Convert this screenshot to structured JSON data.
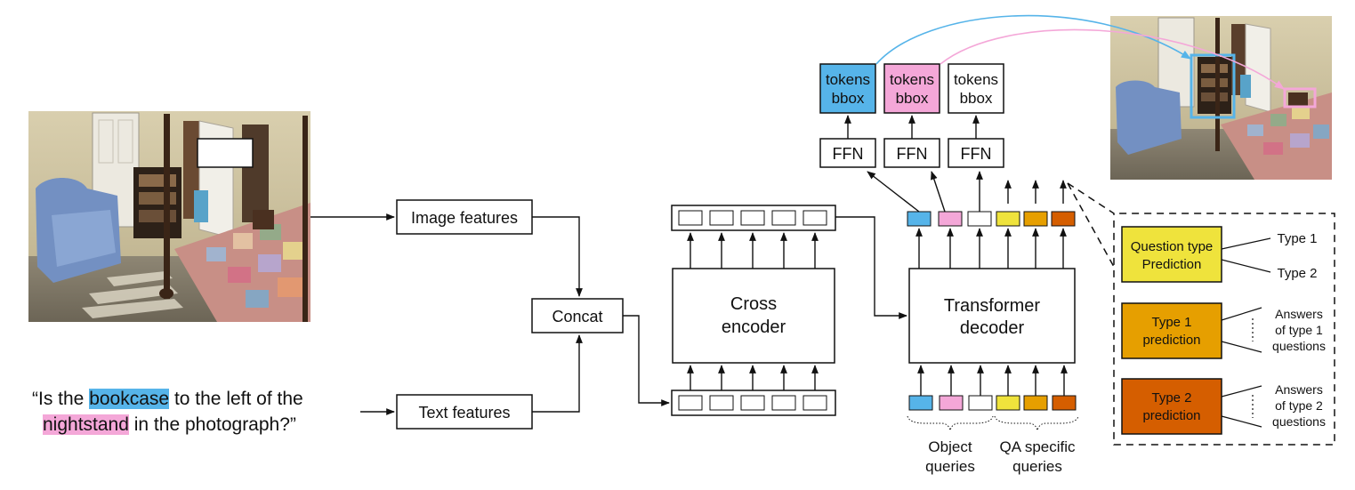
{
  "question": {
    "open_quote": "“Is the ",
    "word_blue": "bookcase",
    "after_blue": " to the left of the",
    "word_pink": "nightstand",
    "after_pink": " in the photograph?”"
  },
  "blocks": {
    "image_features": "Image features",
    "text_features": "Text features",
    "concat": "Concat",
    "cross_encoder_line1": "Cross",
    "cross_encoder_line2": "encoder",
    "transformer_line1": "Transformer",
    "transformer_line2": "decoder",
    "ffn": "FFN",
    "tokens": "tokens",
    "bbox": "bbox"
  },
  "queries": {
    "object_line1": "Object",
    "object_line2": "queries",
    "qa_line1": "QA specific",
    "qa_line2": "queries"
  },
  "heads": {
    "qtype_line1": "Question type",
    "qtype_line2": "Prediction",
    "type1_label": "Type 1",
    "type2_label": "Type 2",
    "type1_pred_line1": "Type 1",
    "type1_pred_line2": "prediction",
    "type2_pred_line1": "Type 2",
    "type2_pred_line2": "prediction",
    "ans1_line1": "Answers",
    "ans1_line2": "of type 1",
    "ans1_line3": "questions",
    "ans2_line1": "Answers",
    "ans2_line2": "of type 2",
    "ans2_line3": "questions"
  },
  "colors": {
    "blue": "#56b4e9",
    "pink": "#f4a7d8",
    "yellow": "#efe33c",
    "orange": "#e69f00",
    "dark_orange": "#d55e00",
    "white": "#ffffff"
  }
}
